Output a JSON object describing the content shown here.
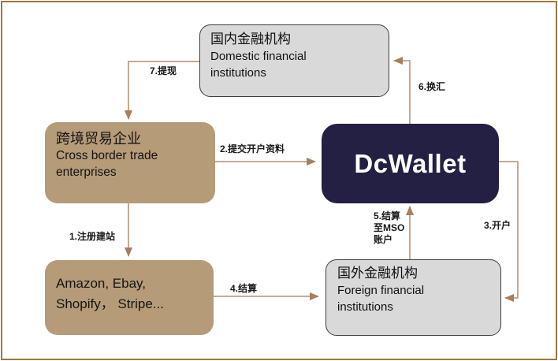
{
  "diagram": {
    "nodes": {
      "domestic": {
        "zh": "国内金融机构",
        "en": "Domestic financial institutions"
      },
      "cross_border": {
        "zh": "跨境贸易企业",
        "en": "Cross border trade enterprises"
      },
      "dcwallet": {
        "label": "DcWallet"
      },
      "marketplaces": {
        "line1": "Amazon, Ebay,",
        "line2": "Shopify， Stripe..."
      },
      "foreign": {
        "zh": "国外金融机构",
        "en": "Foreign financial institutions"
      }
    },
    "arrows": {
      "a1": {
        "label": "1.注册建站"
      },
      "a2": {
        "label": "2.提交开户资料"
      },
      "a3": {
        "label": "3.开户"
      },
      "a4": {
        "label": "4.结算"
      },
      "a5": {
        "line1": "5.结算",
        "line2": "至MSO",
        "line3": "账户"
      },
      "a6": {
        "label": "6.换汇"
      },
      "a7": {
        "label": "7.提现"
      }
    },
    "colors": {
      "frame_border": "#a2783c",
      "tan_box": "#b59b78",
      "gray_box": "#d9d9d9",
      "gray_box_border": "#3f3f3f",
      "navy_box": "#232043",
      "arrow_line": "#b48e70",
      "arrow_head": "#a97e5e",
      "dcwallet_text": "#ffffff"
    }
  }
}
